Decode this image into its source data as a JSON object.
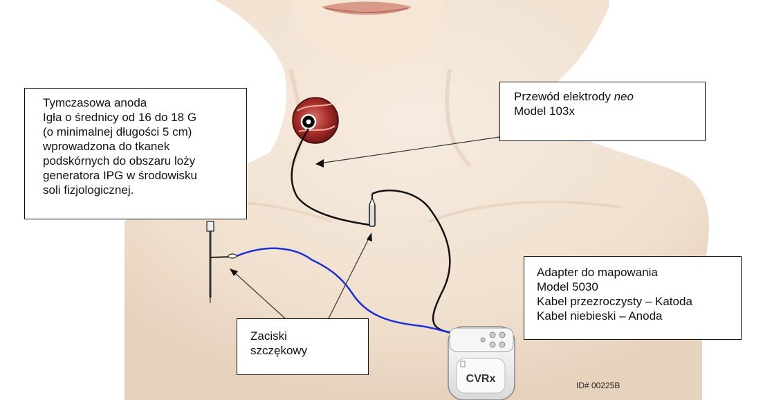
{
  "callouts": {
    "anode": {
      "lines": [
        "Tymczasowa anoda",
        "Igła o średnicy od 16 do 18 G",
        "(o minimalnej długości 5 cm)",
        "wprowadzona do tkanek",
        "podskórnych do obszaru loży",
        "generatora IPG w środowisku",
        "soli fizjologicznej."
      ]
    },
    "lead": {
      "line1_prefix": "Przewód elektrody ",
      "line1_italic": "neo",
      "line2": "Model 103x"
    },
    "adapter": {
      "lines": [
        "Adapter do mapowania",
        "Model 5030",
        "Kabel przezroczysty – Katoda",
        "Kabel niebieski – Anoda"
      ]
    },
    "clamp": {
      "lines": [
        "Zaciski",
        "szczękowy"
      ]
    }
  },
  "device": {
    "brand": "CVRx"
  },
  "id_label": "ID# 00225B",
  "colors": {
    "skin": "#f1e3d3",
    "skin_shadow": "#e0c8b2",
    "lips": "#d99a8a",
    "cable_black": "#111111",
    "cable_blue": "#1a2fd6",
    "inset_red": "#8b1f1f",
    "device_white": "#f4f4f4"
  }
}
